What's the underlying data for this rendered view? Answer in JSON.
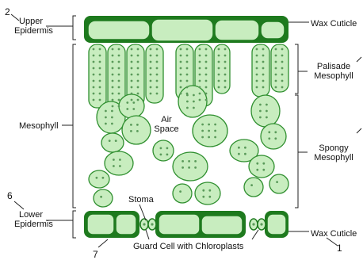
{
  "labels": {
    "upper_epidermis": [
      "Upper",
      "Epidermis"
    ],
    "lower_epidermis": [
      "Lower",
      "Epidermis"
    ],
    "mesophyll": "Mesophyll",
    "air_space": [
      "Air",
      "Space"
    ],
    "stoma": "Stoma",
    "guard_cell": "Guard Cell with Chloroplasts",
    "wax_cuticle_top": "Wax Cuticle",
    "wax_cuticle_bottom": "Wax Cuticle",
    "palisade_mesophyll": [
      "Palisade",
      "Mesophyll"
    ],
    "spongy_mesophyll": [
      "Spongy",
      "Mesophyll"
    ]
  },
  "numbers": {
    "upper_left": "2",
    "lower_left": "6",
    "bottom_left": "7",
    "bottom_right": "1"
  },
  "colors": {
    "cell_fill": "#c8edbf",
    "cell_stroke": "#2f8f2f",
    "epidermis_dark": "#1e7a1e",
    "chloroplast": "#5a9a5a",
    "line": "#222222"
  }
}
